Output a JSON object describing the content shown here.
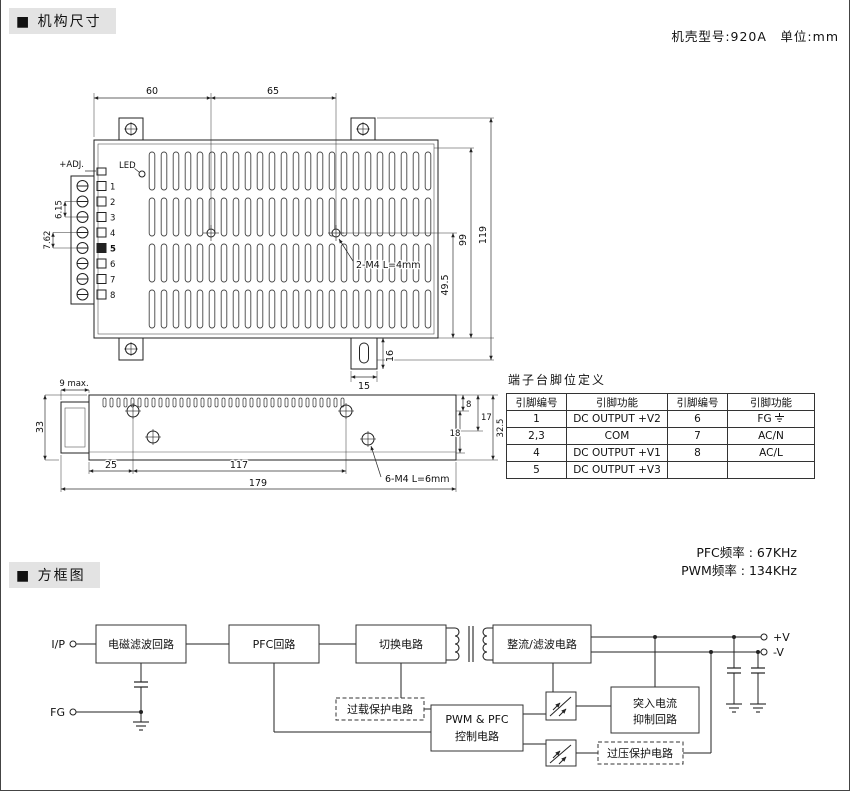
{
  "page": {
    "section_mech_title": "■ 机构尺寸",
    "case_note": "机壳型号:920A　单位:mm",
    "section_block_title": "■ 方框图",
    "pfc_freq": "PFC频率 : 67KHz",
    "pwm_freq": "PWM频率 : 134KHz"
  },
  "top_view": {
    "dim_60": "60",
    "dim_65": "65",
    "dim_119": "119",
    "dim_99": "99",
    "dim_49_5": "49.5",
    "dim_16": "16",
    "dim_15": "15",
    "dim_6_15": "6.15",
    "dim_7_62": "7.62",
    "label_led": "LED",
    "label_adj": "+ADJ.",
    "label_screw": "2-M4 L=4mm",
    "pins": [
      "1",
      "2",
      "3",
      "4",
      "5",
      "6",
      "7",
      "8"
    ]
  },
  "side_view": {
    "dim_9max": "9 max.",
    "dim_33": "33",
    "dim_25": "25",
    "dim_117": "117",
    "dim_179": "179",
    "dim_8": "8",
    "dim_17": "17",
    "dim_18": "18",
    "dim_32_5": "32.5",
    "label_screw": "6-M4 L=6mm"
  },
  "pin_table": {
    "title": "端子台脚位定义",
    "headers": [
      "引脚编号",
      "引脚功能",
      "引脚编号",
      "引脚功能"
    ],
    "rows": [
      [
        "1",
        "DC OUTPUT +V2",
        "6",
        "FG"
      ],
      [
        "2,3",
        "COM",
        "7",
        "AC/N"
      ],
      [
        "4",
        "DC OUTPUT +V1",
        "8",
        "AC/L"
      ],
      [
        "5",
        "DC OUTPUT +V3",
        "",
        ""
      ]
    ]
  },
  "block": {
    "ip": "I/P",
    "fg": "FG",
    "vpos": "+V",
    "vneg": "-V",
    "emi": "电磁滤波回路",
    "pfc": "PFC回路",
    "sw": "切换电路",
    "rect": "整流/滤波电路",
    "overload": "过载保护电路",
    "pwm1": "PWM & PFC",
    "pwm2": "控制电路",
    "inrush1": "突入电流",
    "inrush2": "抑制回路",
    "ovp": "过压保护电路"
  }
}
